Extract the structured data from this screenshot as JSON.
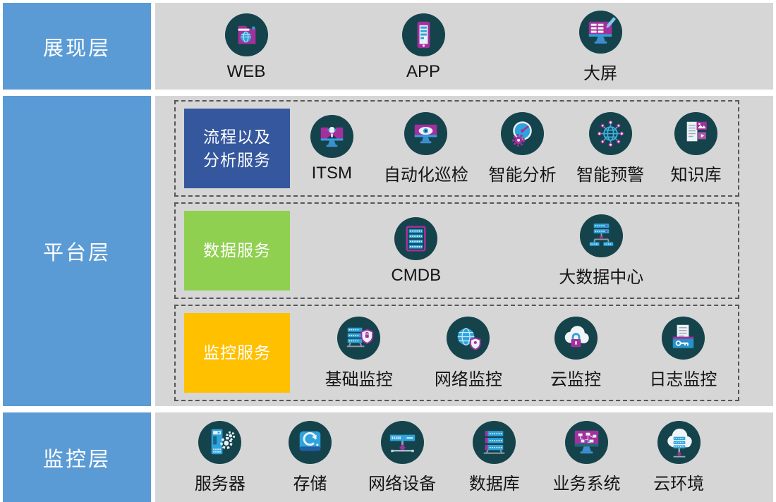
{
  "colors": {
    "sidebar_blue": "#5B9BD5",
    "content_gray": "#D6D6D6",
    "process_box_blue": "#35579E",
    "data_box_green": "#8FD050",
    "monitor_box_yellow": "#FFC000",
    "icon_circle_teal": "#15434C",
    "icon_magenta": "#A3309C",
    "icon_blue": "#2FA3DB"
  },
  "layers": {
    "presentation": {
      "title": "展现层",
      "items": [
        {
          "label": "WEB",
          "icon": "web-browser-icon"
        },
        {
          "label": "APP",
          "icon": "mobile-app-icon"
        },
        {
          "label": "大屏",
          "icon": "big-screen-icon"
        }
      ]
    },
    "platform": {
      "title": "平台层",
      "groups": [
        {
          "title_lines": [
            "流程以及",
            "分析服务"
          ],
          "items": [
            {
              "label": "ITSM",
              "icon": "itsm-icon"
            },
            {
              "label": "自动化巡检",
              "icon": "auto-inspection-icon"
            },
            {
              "label": "智能分析",
              "icon": "smart-analysis-icon"
            },
            {
              "label": "智能预警",
              "icon": "smart-alert-icon"
            },
            {
              "label": "知识库",
              "icon": "knowledge-base-icon"
            }
          ]
        },
        {
          "title_lines": [
            "数据服务"
          ],
          "items": [
            {
              "label": "CMDB",
              "icon": "cmdb-icon"
            },
            {
              "label": "大数据中心",
              "icon": "big-data-center-icon"
            }
          ]
        },
        {
          "title_lines": [
            "监控服务"
          ],
          "items": [
            {
              "label": "基础监控",
              "icon": "infra-monitor-icon"
            },
            {
              "label": "网络监控",
              "icon": "network-monitor-icon"
            },
            {
              "label": "云监控",
              "icon": "cloud-monitor-icon"
            },
            {
              "label": "日志监控",
              "icon": "log-monitor-icon"
            }
          ]
        }
      ]
    },
    "monitoring": {
      "title": "监控层",
      "items": [
        {
          "label": "服务器",
          "icon": "server-icon"
        },
        {
          "label": "存储",
          "icon": "storage-icon"
        },
        {
          "label": "网络设备",
          "icon": "network-device-icon"
        },
        {
          "label": "数据库",
          "icon": "database-icon"
        },
        {
          "label": "业务系统",
          "icon": "business-system-icon"
        },
        {
          "label": "云环境",
          "icon": "cloud-environment-icon"
        }
      ]
    }
  }
}
